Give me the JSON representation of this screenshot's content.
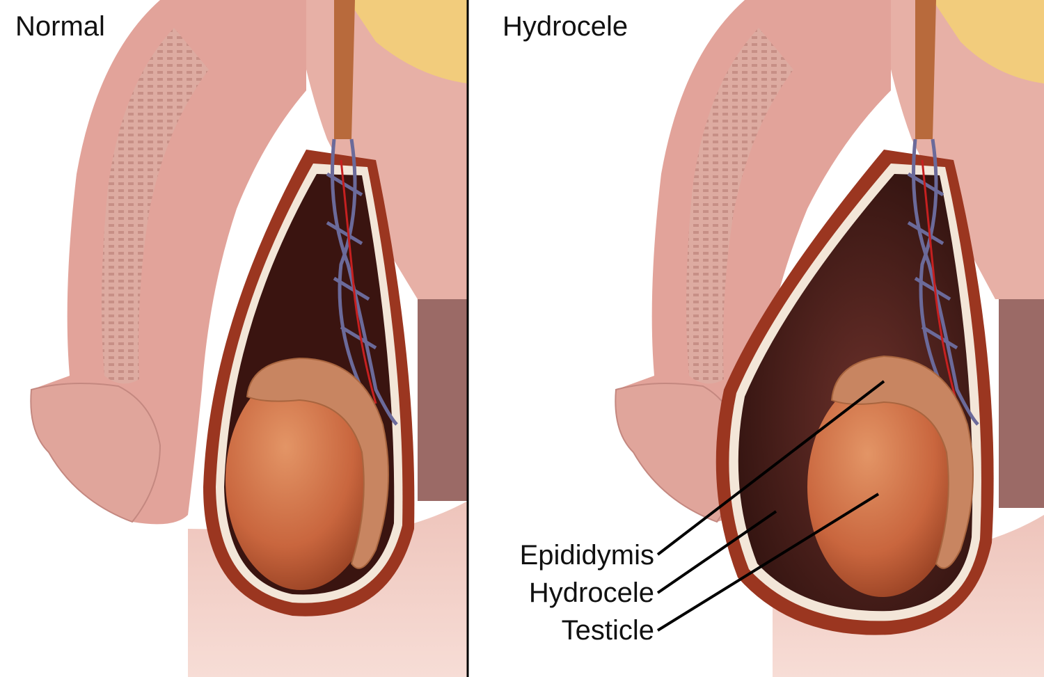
{
  "panels": {
    "normal": {
      "title": "Normal"
    },
    "hydrocele": {
      "title": "Hydrocele"
    }
  },
  "callouts": [
    {
      "label": "Epididymis"
    },
    {
      "label": "Hydrocele"
    },
    {
      "label": "Testicle"
    }
  ],
  "colors": {
    "skin": "#e2a39a",
    "skin_light": "#f6d6ce",
    "erectile_tissue": "#d8a69c",
    "fat": "#f2cc7c",
    "scrotal_wall": "#9b3620",
    "sac_dark": "#3a1410",
    "fluid": "#5a2a25",
    "testicle": "#c9663e",
    "epididymis": "#c88561",
    "vein": "#6b6a9a",
    "artery": "#c62020",
    "cord": "#b86a3c",
    "divider": "#000000"
  }
}
